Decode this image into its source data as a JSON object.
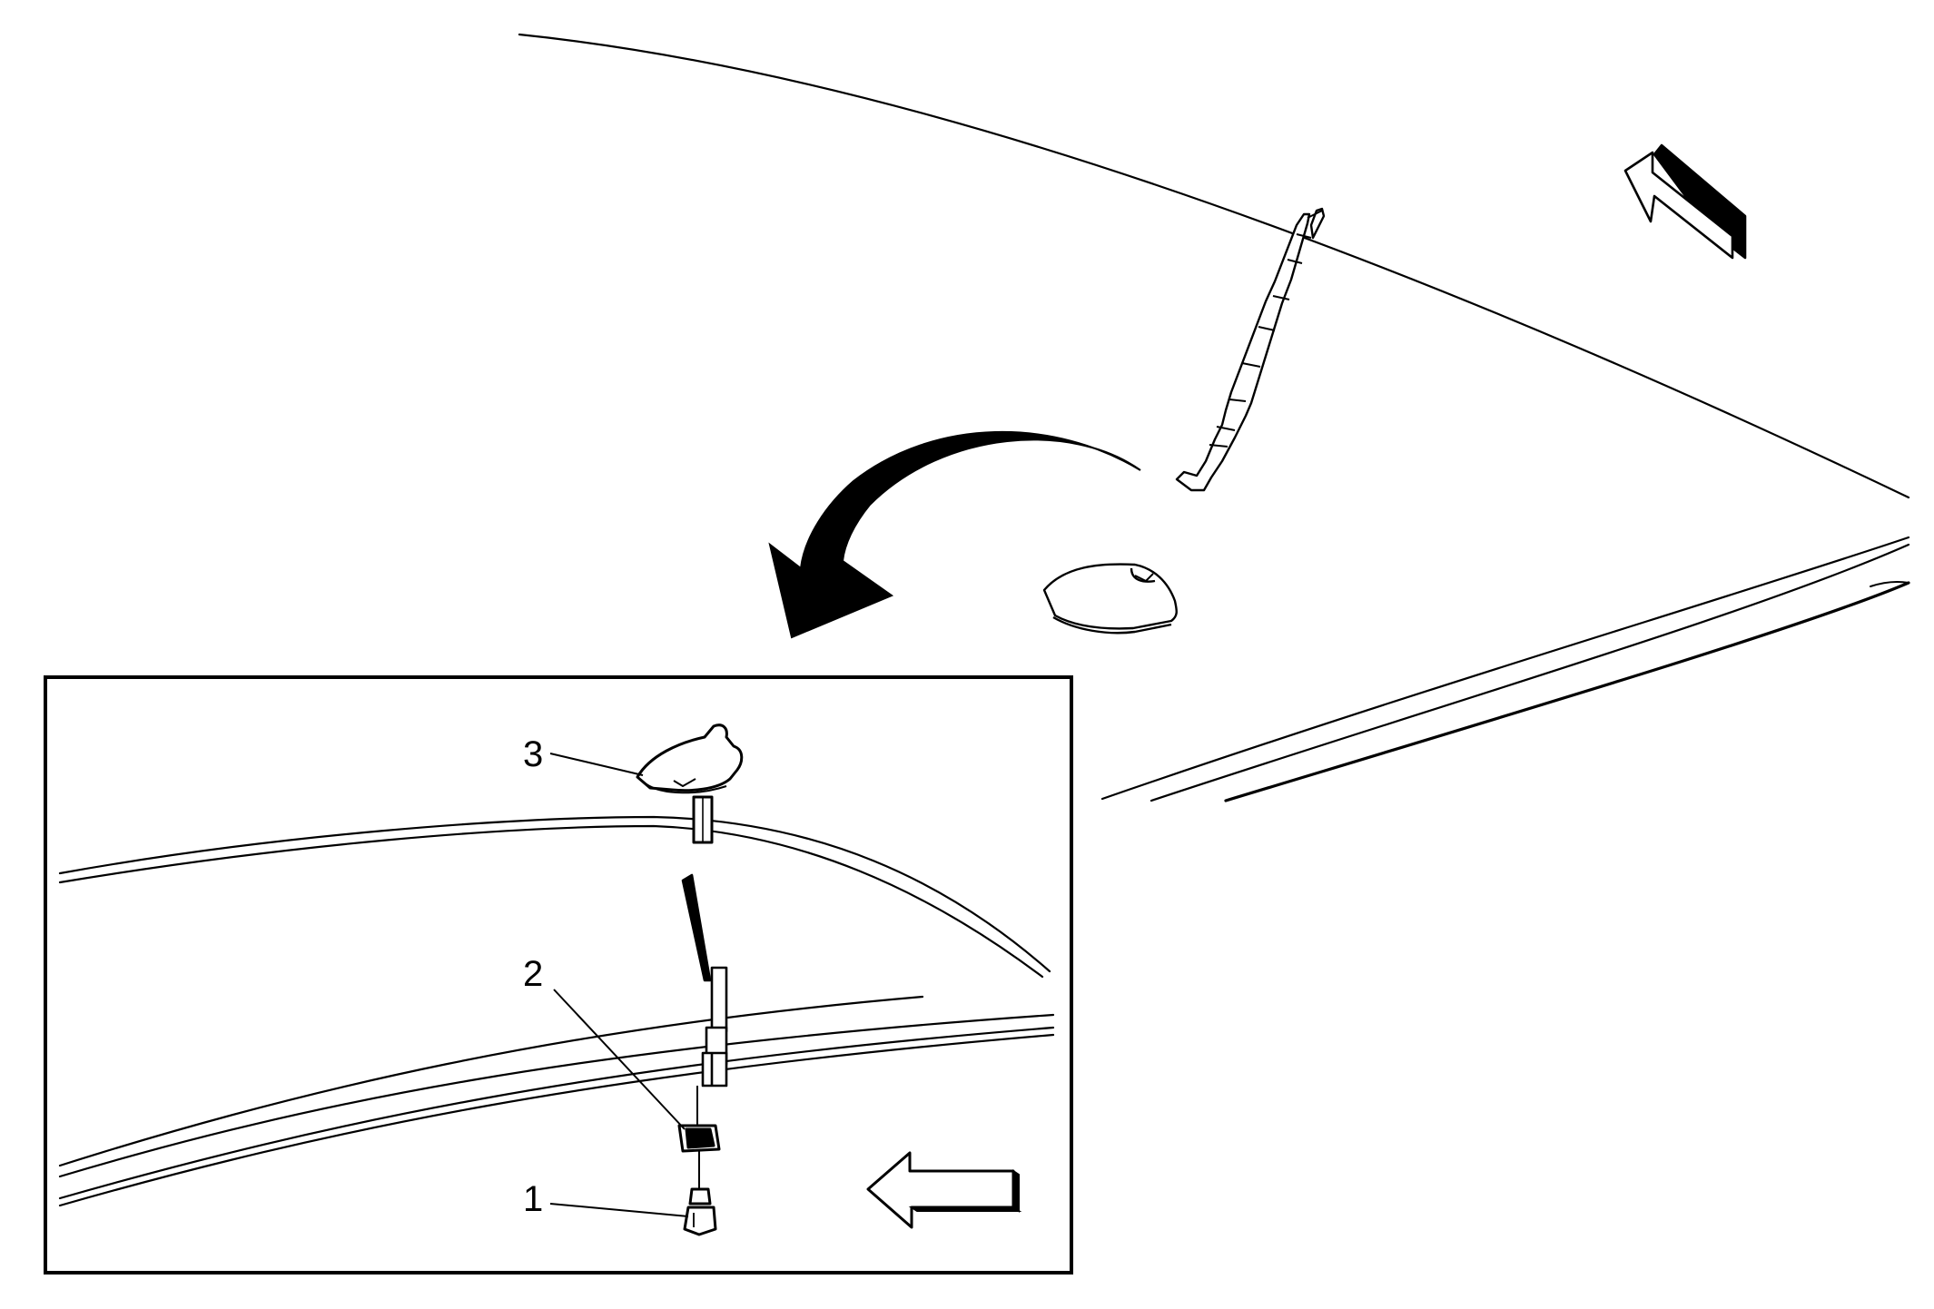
{
  "diagram": {
    "type": "exploded-view installation diagram",
    "callouts": [
      {
        "label": "1"
      },
      {
        "label": "2"
      },
      {
        "label": "3"
      }
    ],
    "colors": {
      "line": "#000000",
      "background": "#ffffff"
    }
  }
}
